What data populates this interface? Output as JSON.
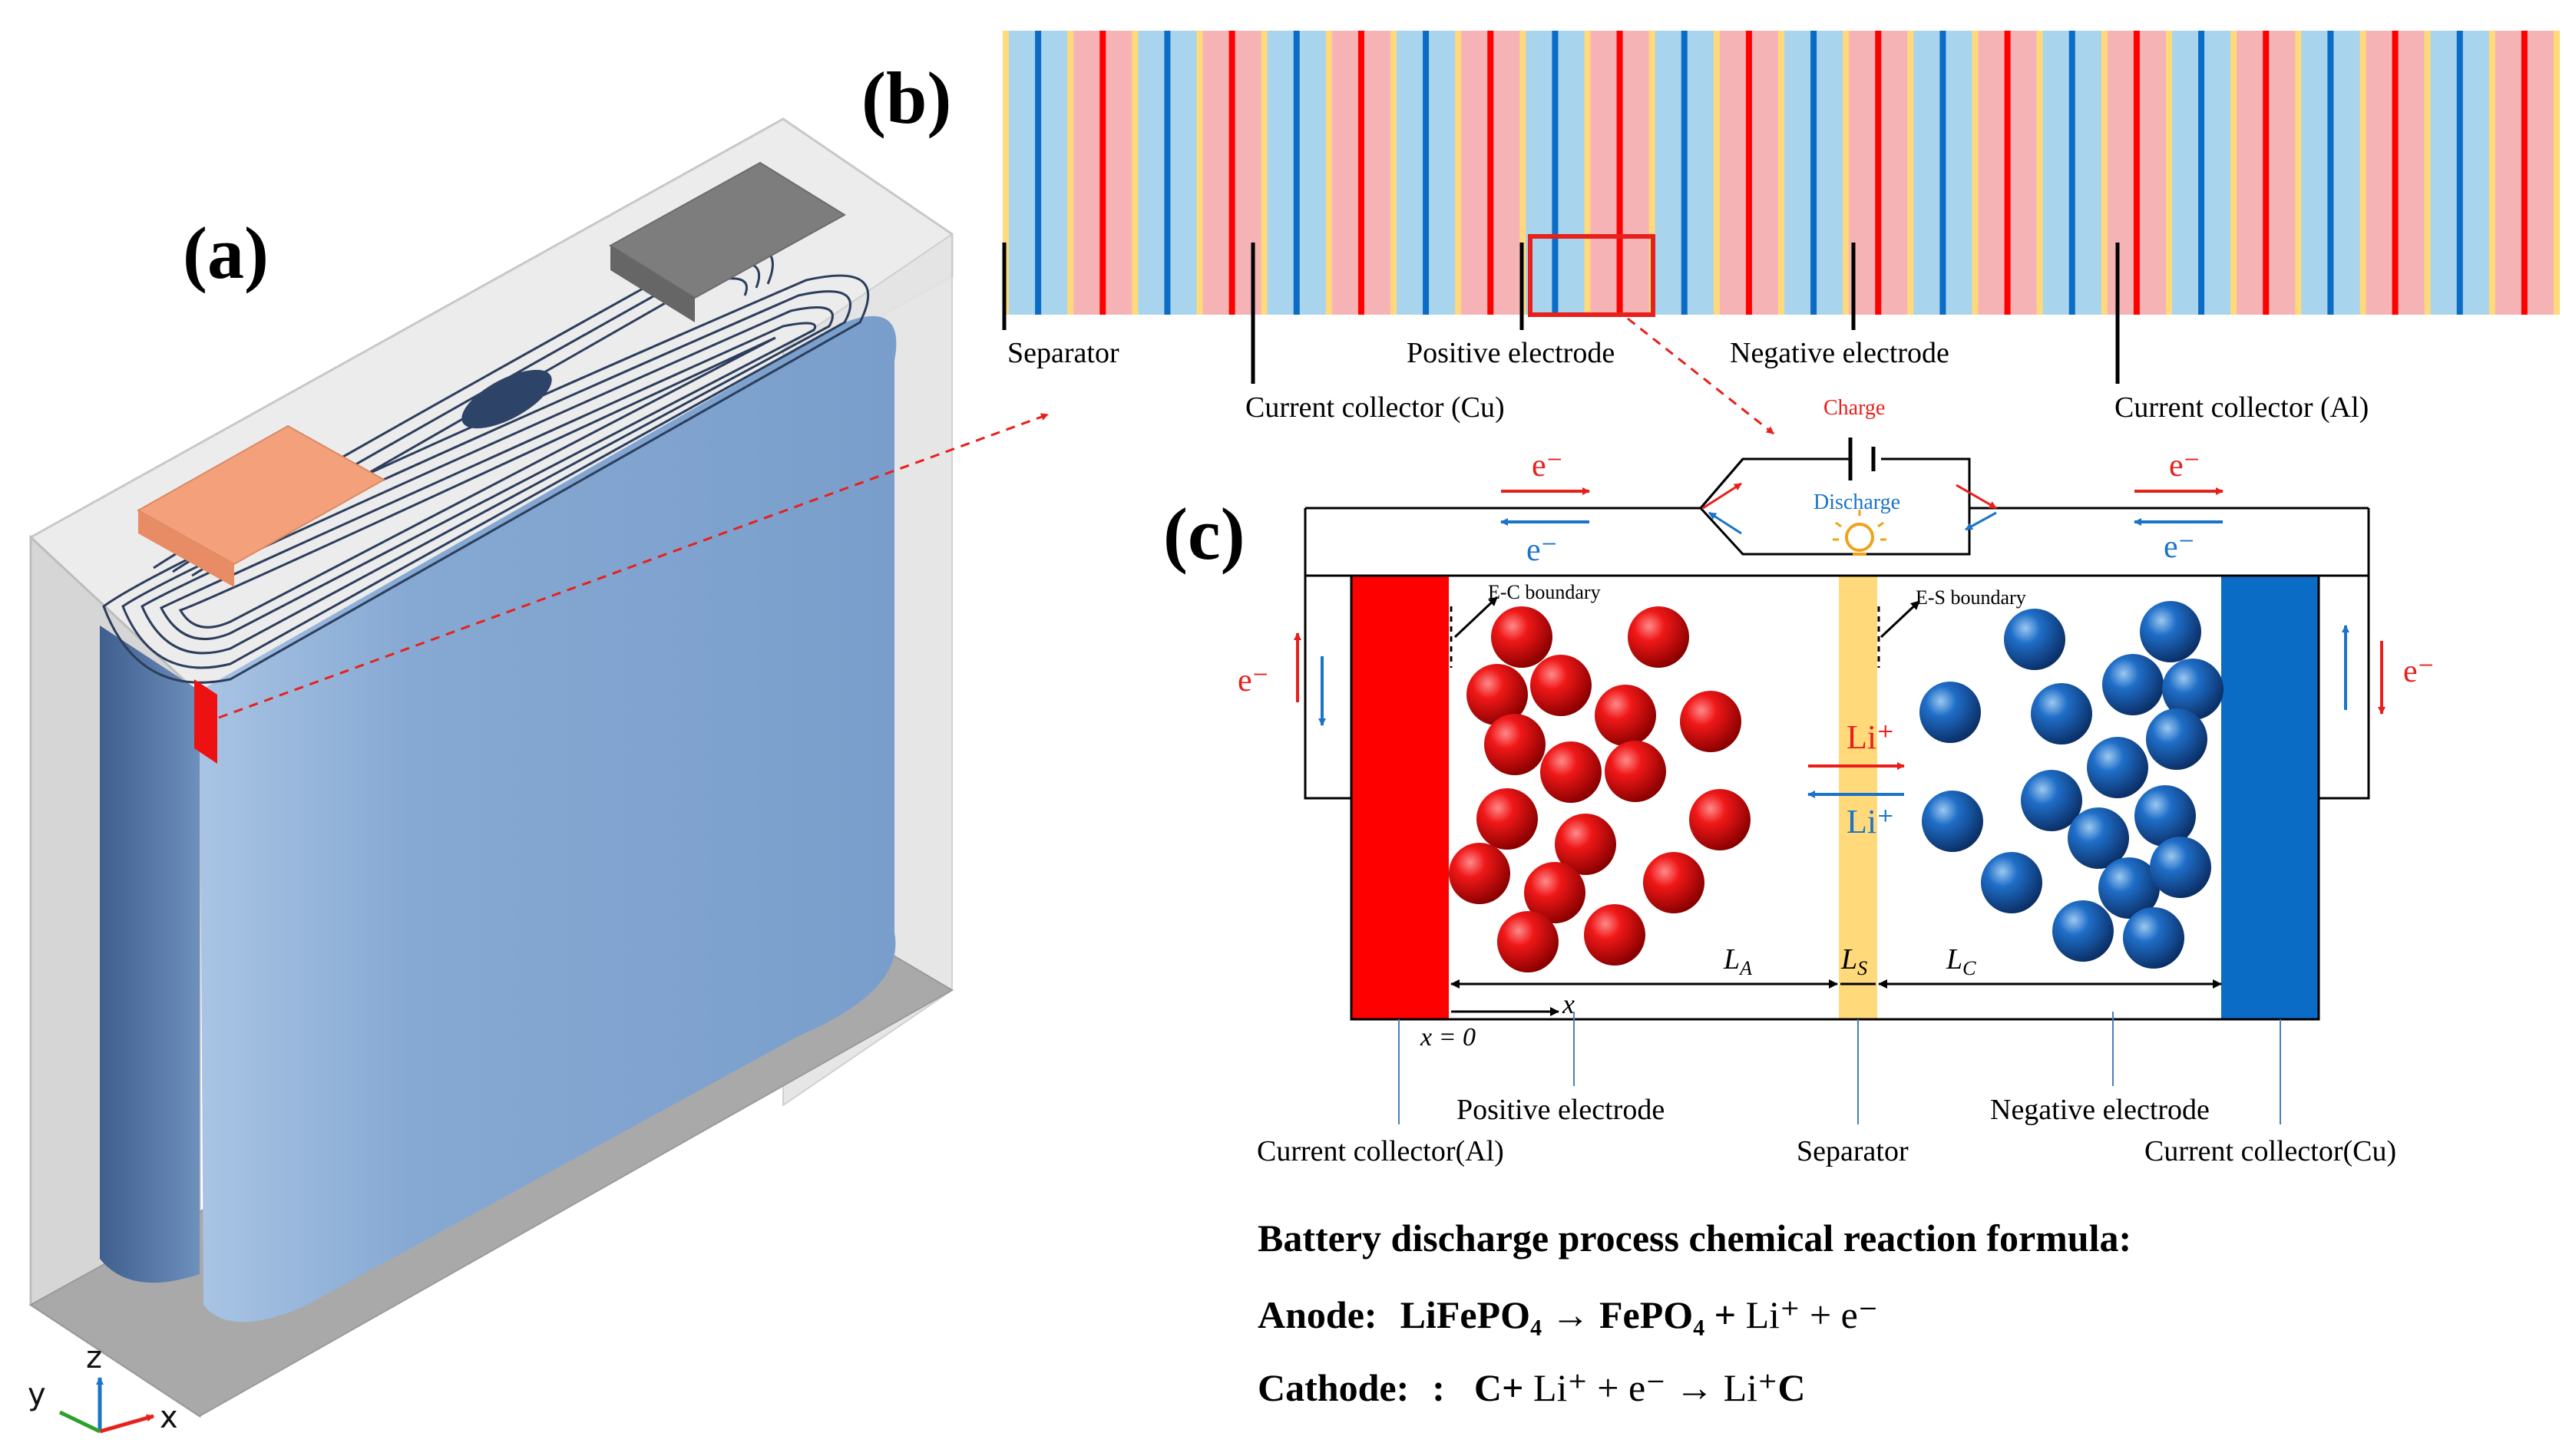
{
  "panels": {
    "a": {
      "label": "(a)"
    },
    "b": {
      "label": "(b)"
    },
    "c": {
      "label": "(c)"
    }
  },
  "axes": {
    "x": "x",
    "y": "y",
    "z": "z"
  },
  "stack": {
    "layers": [
      "B",
      "B",
      "R",
      "R",
      "B",
      "B",
      "R",
      "R",
      "B",
      "B",
      "R",
      "R",
      "B",
      "B",
      "R",
      "R",
      "B",
      "B",
      "R",
      "R",
      "B",
      "B",
      "R",
      "R",
      "B",
      "B",
      "R",
      "R",
      "B",
      "B",
      "R",
      "R",
      "B",
      "B",
      "R",
      "R",
      "B",
      "B",
      "R",
      "R",
      "B",
      "B",
      "R",
      "R",
      "B",
      "B",
      "R",
      "R"
    ],
    "labels": {
      "separator": "Separator",
      "cu_collector": "Current collector (Cu)",
      "positive": "Positive electrode",
      "negative": "Negative electrode",
      "al_collector": "Current collector (Al)"
    }
  },
  "circuit": {
    "charge": "Charge",
    "discharge": "Discharge",
    "electron": "e⁻",
    "li_ion": "Li⁺"
  },
  "cell": {
    "ec_boundary": "E-C boundary",
    "es_boundary": "E-S boundary",
    "la": "L",
    "la_sub": "A",
    "ls": "L",
    "ls_sub": "S",
    "lc": "L",
    "lc_sub": "C",
    "x_label": "x",
    "x0_label": "x = 0",
    "bottom_labels": {
      "cc_al": "Current collector(Al)",
      "positive": "Positive electrode",
      "separator": "Separator",
      "negative": "Negative electrode",
      "cc_cu": "Current collector(Cu)"
    }
  },
  "formulas": {
    "title": "Battery discharge process chemical reaction formula:",
    "anode_label": "Anode:",
    "anode_reactant": "LiFePO₄ → FePO₄ +",
    "anode_rest": " Li⁺ + e⁻",
    "cathode_label": "Cathode:",
    "cathode_colon": ":",
    "cathode_c": "C+",
    "cathode_rest": " Li⁺ + e⁻ → Li⁺",
    "cathode_end": "C"
  },
  "colors": {
    "electrolyte_blue": "#a9d4ee",
    "electrolyte_pink": "#f6b3b6",
    "collector_red": "#ff0000",
    "collector_blue": "#0a6cc4",
    "separator_yellow": "#ffd97a",
    "charge_red": "#e8201c",
    "discharge_blue": "#1a74c8",
    "cell_body": "#7aa2cc",
    "casing": "#d9d9d9"
  }
}
